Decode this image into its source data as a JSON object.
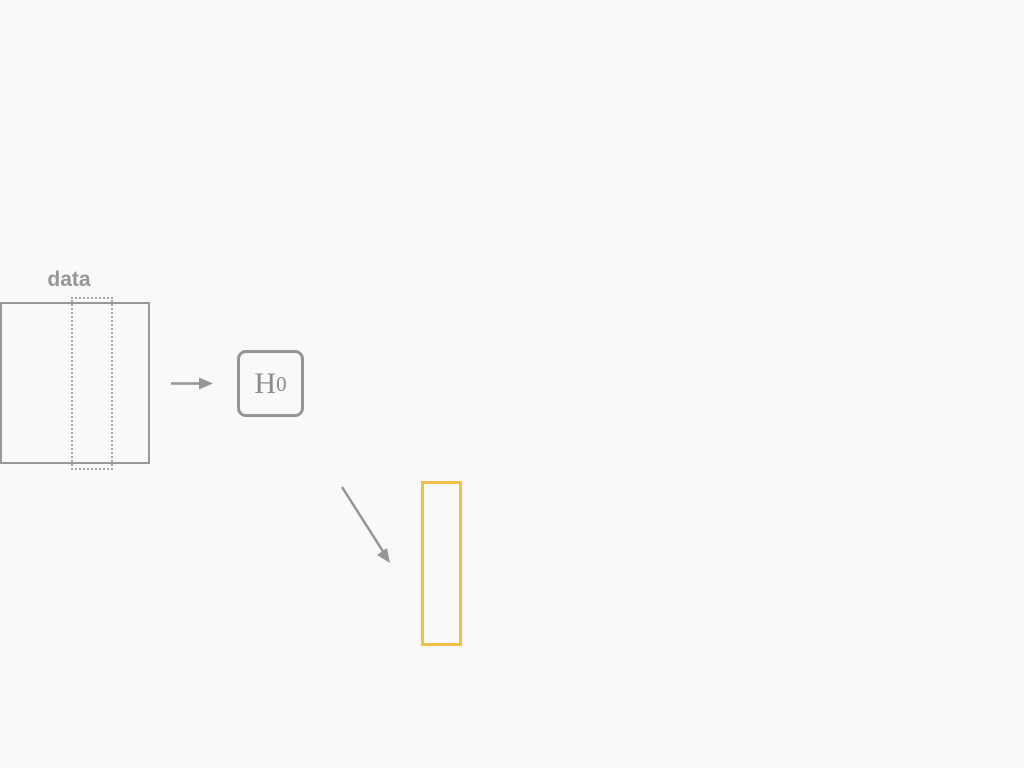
{
  "data_block": {
    "label": "data"
  },
  "hidden_layer": {
    "symbol": "H",
    "subscript": "0"
  },
  "colors": {
    "background": "#f9f9f9",
    "gray": "#969696",
    "output_outline": "#f1c048"
  }
}
